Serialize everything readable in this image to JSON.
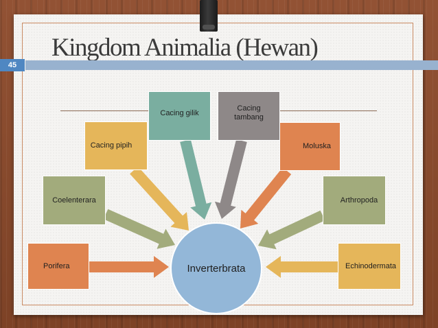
{
  "slide": {
    "title": "Kingdom Animalia (Hewan)",
    "page_number": "45"
  },
  "diagram": {
    "center": {
      "label": "Inverterbrata",
      "color": "#93b7d8"
    },
    "nodes": [
      {
        "id": "porifera",
        "label": "Porifera",
        "color": "#df8450"
      },
      {
        "id": "coelenterara",
        "label": "Coelenterara",
        "color": "#a2ab7c"
      },
      {
        "id": "cacing-pipih",
        "label": "Cacing pipih",
        "color": "#e5b65a"
      },
      {
        "id": "cacing-gilik",
        "label": "Cacing gilik",
        "color": "#7aaea0"
      },
      {
        "id": "cacing-tambang",
        "label": "Cacing\ntambang",
        "color": "#8e8888"
      },
      {
        "id": "moluska",
        "label": "Moluska",
        "color": "#df8450"
      },
      {
        "id": "arthropoda",
        "label": "Arthropoda",
        "color": "#a2ab7c"
      },
      {
        "id": "echinodermata",
        "label": "Echinodermata",
        "color": "#e5b65a"
      }
    ]
  }
}
